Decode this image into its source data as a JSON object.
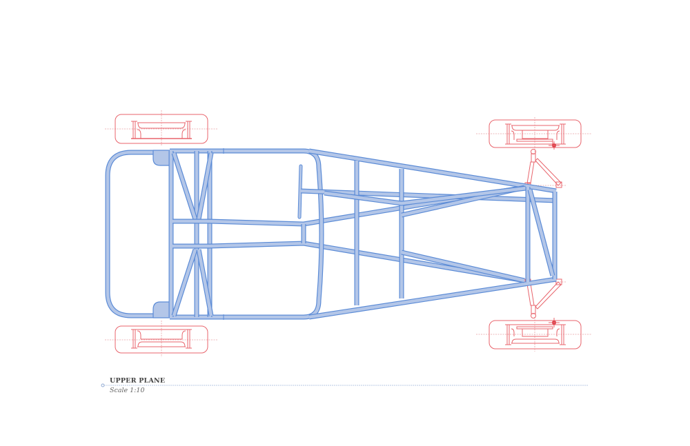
{
  "drawing": {
    "title": "UPPER PLANE",
    "scale": "Scale 1:10",
    "view": "Top view of chassis space frame with wheels and front suspension",
    "colors": {
      "frame_fill": "#b3c6e8",
      "frame_stroke": "#5b8bd6",
      "wheel_stroke": "#e8636b",
      "centerline": "#e8a0a4",
      "caption_line": "#b7c9e3",
      "hardpoint": "#d9323c"
    }
  }
}
